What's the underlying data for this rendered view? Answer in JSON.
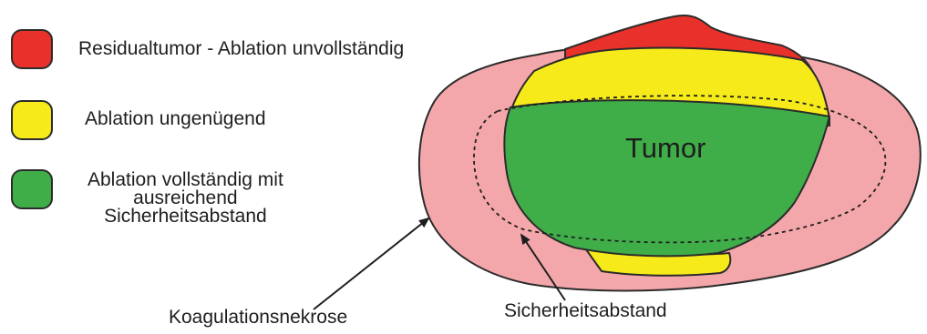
{
  "legend": {
    "items": [
      {
        "label": "Residualtumor - Ablation unvollständig",
        "color": "#e8312a"
      },
      {
        "label": "Ablation ungenügend",
        "color": "#f6ea1a"
      },
      {
        "label_lines": [
          "Ablation vollständig mit",
          "ausreichend",
          "Sicherheitsabstand"
        ],
        "color": "#3fae49"
      }
    ]
  },
  "diagram": {
    "tumor_label": "Tumor",
    "zone_colors": {
      "coagulation": "#f4a7aa",
      "residual": "#e8312a",
      "insufficient": "#f6ea1a",
      "complete": "#3fae49"
    }
  },
  "callouts": {
    "coagulation_necrosis": "Koagulationsnekrose",
    "safety_margin": "Sicherheitsabstand"
  }
}
